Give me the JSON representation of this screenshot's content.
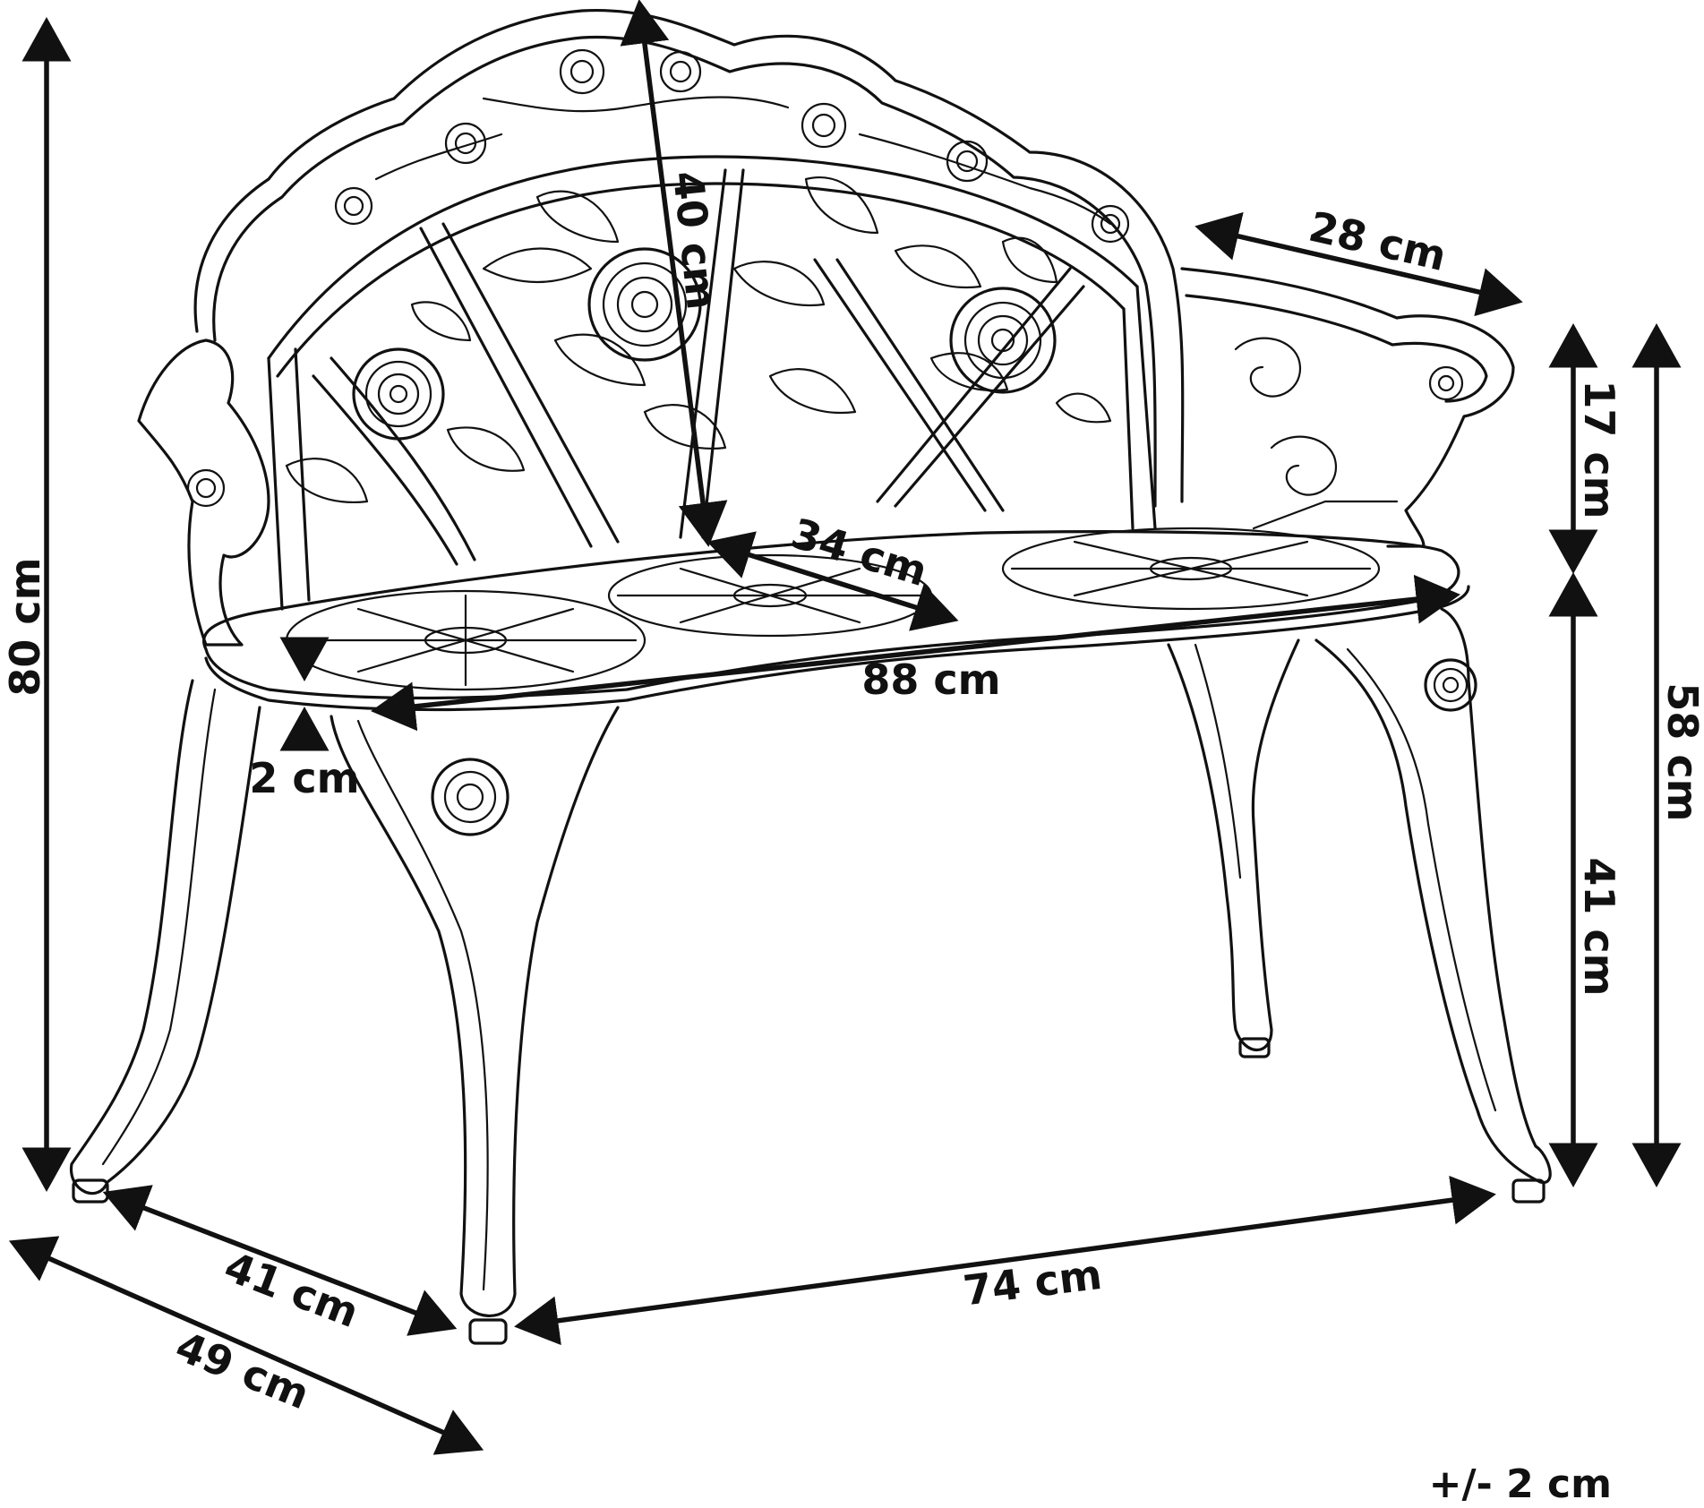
{
  "drawing": {
    "subject": "Garden bench line drawing with dimensions",
    "line_color": "#111111",
    "background": "#ffffff"
  },
  "dimensions": {
    "total_height": "80 cm",
    "backrest_height": "40 cm",
    "armrest_length": "28 cm",
    "seat_depth": "34 cm",
    "seat_width": "88 cm",
    "seat_thickness": "2 cm",
    "arm_above_seat": "17 cm",
    "seat_height": "41 cm",
    "arm_height": "58 cm",
    "leg_depth": "41 cm",
    "total_depth": "49 cm",
    "leg_width": "74 cm"
  },
  "tolerance": "+/- 2 cm",
  "icons": {
    "arrows": "double-headed-arrow-icon",
    "rose": "rose-ornament-icon"
  }
}
